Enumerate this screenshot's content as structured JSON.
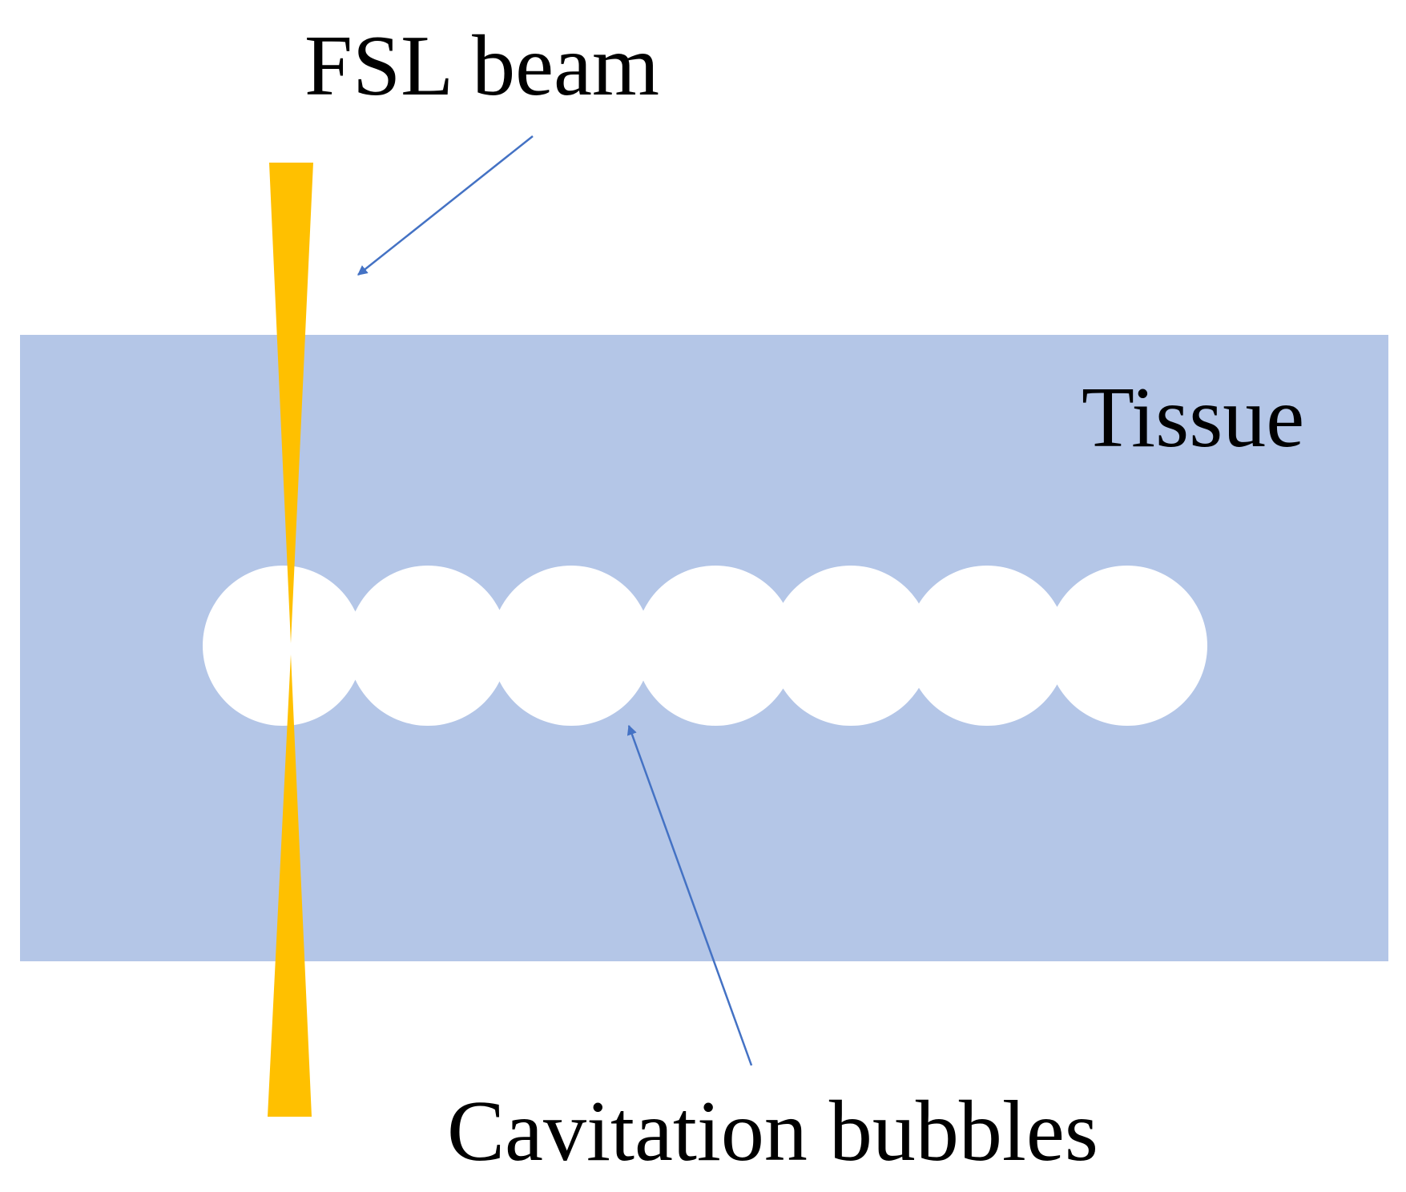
{
  "labels": {
    "beam": "FSL beam",
    "tissue": "Tissue",
    "bubbles": "Cavitation bubbles"
  },
  "colors": {
    "background": "#ffffff",
    "tissue": "#b4c6e7",
    "beam": "#ffc000",
    "bubble": "#ffffff",
    "arrow": "#4472c4",
    "text": "#000000"
  },
  "bubble_count": 7
}
